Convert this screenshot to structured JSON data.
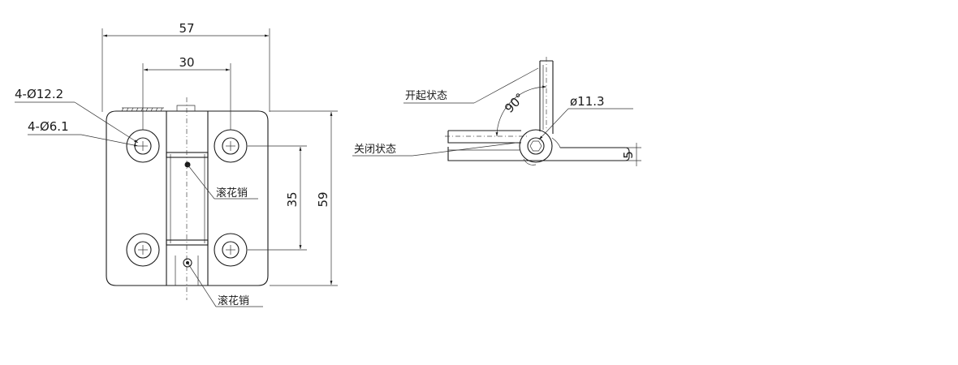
{
  "front_view": {
    "dim_width": "57",
    "dim_hole_spacing_h": "30",
    "dim_hole_spacing_v": "35",
    "dim_height": "59",
    "label_counterbore": "4-Ø12.2",
    "label_hole": "4-Ø6.1",
    "label_pin_top": "滚花销",
    "label_pin_bottom": "滚花销"
  },
  "side_view": {
    "label_open": "开起状态",
    "label_closed": "关闭状态",
    "label_angle": "90°",
    "label_knuckle": "ø11.3",
    "dim_thickness": "5"
  }
}
